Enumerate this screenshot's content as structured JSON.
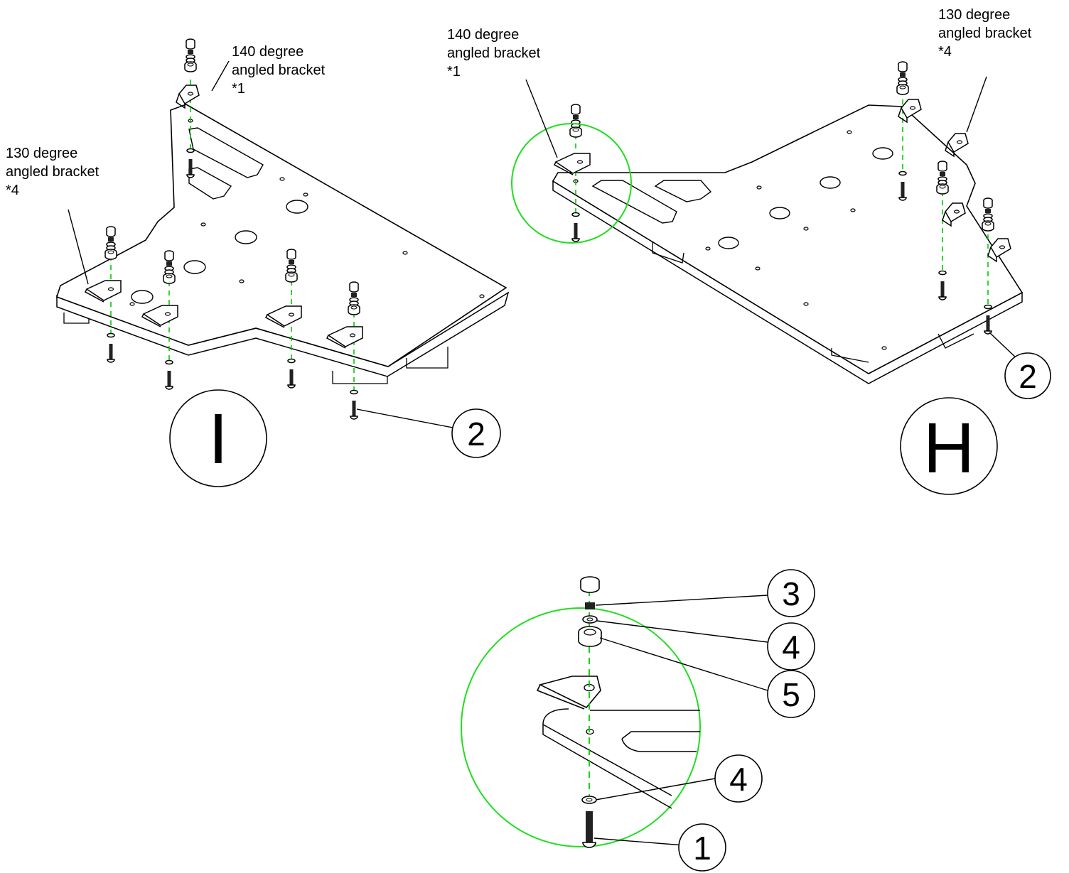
{
  "labels": {
    "left_140": [
      "140 degree",
      "angled bracket",
      "*1"
    ],
    "left_130": [
      "130 degree",
      "angled bracket",
      "*4"
    ],
    "right_140": [
      "140 degree",
      "angled bracket",
      "*1"
    ],
    "right_130": [
      "130 degree",
      "angled bracket",
      "*4"
    ]
  },
  "views": {
    "left": "I",
    "right": "H"
  },
  "callouts": {
    "left_screw": "2",
    "right_screw": "2",
    "nut": "3",
    "washer_top": "4",
    "spacer": "5",
    "washer_bottom": "4",
    "screw": "1"
  },
  "colors": {
    "line": "#000000",
    "axis": "#00cc00",
    "detail_circle": "#22dd22"
  }
}
